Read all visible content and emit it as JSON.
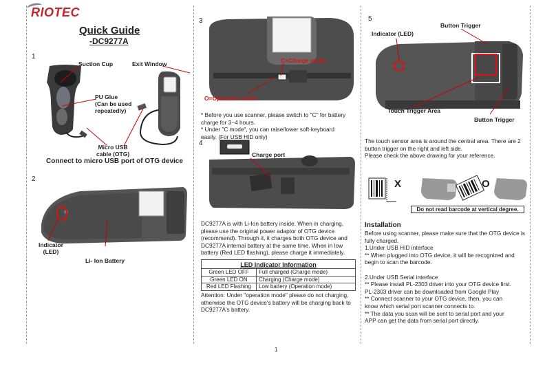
{
  "logo": {
    "text": "RIOTEC"
  },
  "title": "Quick Guide",
  "model": "-DC9277A",
  "sections": {
    "s1": "1",
    "s2": "2",
    "s3": "3",
    "s4": "4",
    "s5": "5"
  },
  "s1": {
    "suction_cup": "Suction Cup",
    "exit_window": "Exit Window",
    "pu_glue": [
      "PU Glue",
      "(Can be used",
      "repeatedly)"
    ],
    "micro_usb": [
      "Micro USB",
      "cable (OTG)"
    ],
    "caption": "Connect to micro USB port of OTG device"
  },
  "s2": {
    "indicator": [
      "Indicator",
      "(LED)"
    ],
    "battery": "Li- Ion Battery"
  },
  "s3": {
    "charge_mode": "C=Charge mode",
    "operation_mode": "O=Operation mode",
    "notes": [
      "* Before you use scanner, please switch to \"C\" for battery",
      "   charge for 3~4 hours.",
      "* Under \"C mode\", you can raise/lower soft-keyboard",
      "   easily. (For USB HID only)"
    ]
  },
  "s4": {
    "charge_port": "Charge port",
    "paragraph": [
      "DC9277A is with Li-Ion battery inside. When in charging,",
      "please use the original power adaptor of OTG device",
      "(recommend). Through it, it charges both OTG device and",
      "DC9277A internal battery at the same time. When in low",
      "battery (Red LED flashing), please charge it immediately."
    ],
    "table": {
      "title": "LED Indicator Information",
      "rows": [
        [
          "Green LED OFF",
          "Full charged (Charge mode)"
        ],
        [
          "Green LED ON",
          "Charging (Charge mode)"
        ],
        [
          "Red LED Flashing",
          "Low battery (Operation mode)"
        ]
      ]
    },
    "attention": [
      "Attention: Under \"operation mode\" please do not charging,",
      "otherwise the OTG device's battery will be charging back to",
      "DC9277A's battery."
    ]
  },
  "s5": {
    "button_trigger_top": "Button Trigger",
    "indicator": "Indicator (LED)",
    "touch_trigger": "Touch Trigger Area",
    "button_trigger_bottom": "Button Trigger",
    "paragraph": [
      "The touch sensor area is around the central area. There are 2",
      "button trigger on the right and left side.",
      "Please check the above drawing for your reference."
    ],
    "x_mark": "X",
    "o_mark": "O",
    "warning": "Do not read barcode at vertical degree."
  },
  "installation": {
    "title": "Installation",
    "lines": [
      "Before using scanner, please make sure that the OTG device is",
      "fully charged.",
      "1.Under USB HID interface",
      "   ** When plugged into OTG device, it will be recognized and",
      "   begin to scan the barcode.",
      "",
      "2.Under USB Serial interface",
      "   ** Please install PL-2303 driver into your OTG device first.",
      "   PL-2303 driver can be downloaded from Google Play",
      "   ** Connect scanner to your OTG device, then, you can",
      "   know which serial port scanner connects to.",
      "   ** The data you scan will be sent to serial port and your",
      "   APP can get the data from serial port directly."
    ]
  },
  "page_number": "1",
  "colors": {
    "brand": "#c0272d",
    "callout_red": "#dd1111",
    "led_circle": "#e01010"
  }
}
